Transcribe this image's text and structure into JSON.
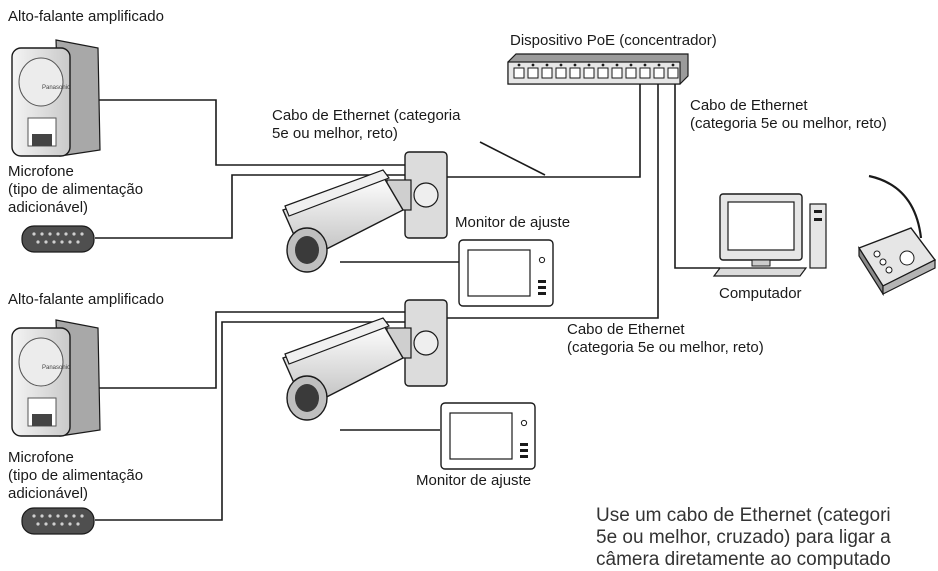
{
  "labels": {
    "speaker_top": "Alto-falante amplificado",
    "microphone_top": "Microfone\n(tipo de alimentação\nadicionável)",
    "ethernet_cable_1": "Cabo de Ethernet (categoria\n5e ou melhor, reto)",
    "poe_device": "Dispositivo PoE (concentrador)",
    "ethernet_cable_2": "Cabo de Ethernet\n(categoria 5e ou melhor, reto)",
    "setup_monitor_top": "Monitor de ajuste",
    "computer": "Computador",
    "speaker_bottom": "Alto-falante amplificado",
    "ethernet_cable_3": "Cabo de Ethernet\n(categoria 5e ou melhor, reto)",
    "microphone_bottom": "Microfone\n(tipo de alimentação\nadicionável)",
    "setup_monitor_bottom": "Monitor de ajuste",
    "speaker_brand": "Panasonic"
  },
  "note": "Use um cabo de Ethernet (categori\n5e ou melhor, cruzado) para ligar a\ncâmera diretamente ao computado",
  "icons": [
    "speaker-icon",
    "microphone-icon",
    "camera-icon",
    "monitor-icon",
    "poe-hub-icon",
    "computer-icon",
    "desk-microphone-icon"
  ],
  "colors": {
    "line": "#1a1a1a",
    "device_fill": "#e6e6e6",
    "device_dark": "#6a6a6a"
  }
}
